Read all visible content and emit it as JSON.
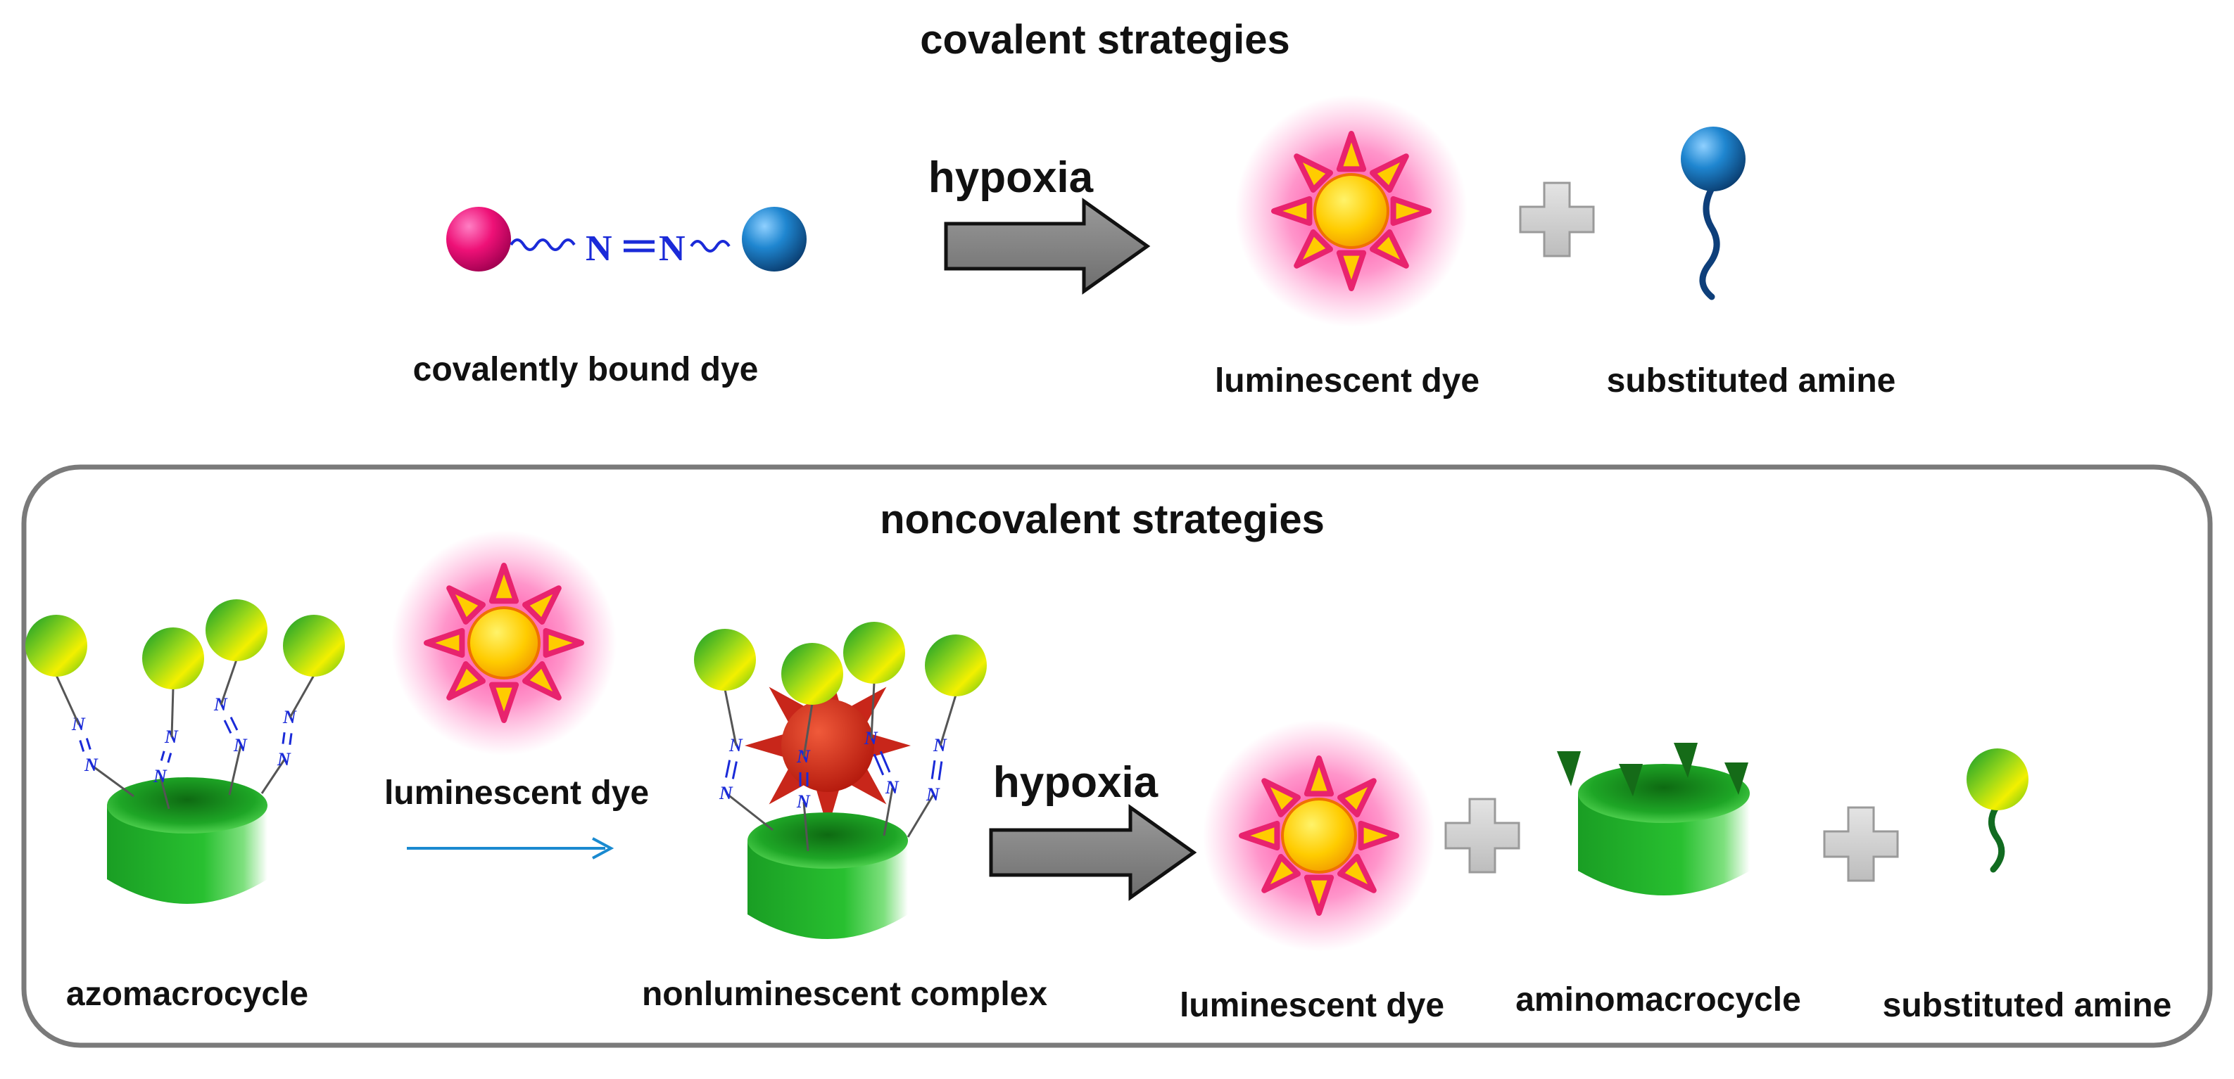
{
  "covalent": {
    "title": "covalent strategies",
    "arrow_label": "hypoxia",
    "linker_n1": "N",
    "linker_n2": "N",
    "captions": {
      "reactant": "covalently bound dye",
      "product_dye": "luminescent dye",
      "product_amine": "substituted amine"
    }
  },
  "noncovalent": {
    "title": "noncovalent strategies",
    "arrow_label": "hypoxia",
    "binding_label": "luminescent dye",
    "azo_letter": "N",
    "captions": {
      "azomacrocycle": "azomacrocycle",
      "complex": "nonluminescent complex",
      "product_dye": "luminescent dye",
      "aminomacrocycle": "aminomacrocycle",
      "product_amine": "substituted amine"
    }
  },
  "colors": {
    "dye_glow": "#ff1f8f",
    "dye_core": "#ffcc00",
    "quenched_dye": "#d42a1a",
    "cup_green": "#22b32a",
    "azo_blue": "#1a2ad8",
    "arrow_gray": "#808080",
    "plus_gray": "#cccccc",
    "blue_ball": "#1f6fb5",
    "pink_ball": "#ee1177"
  }
}
